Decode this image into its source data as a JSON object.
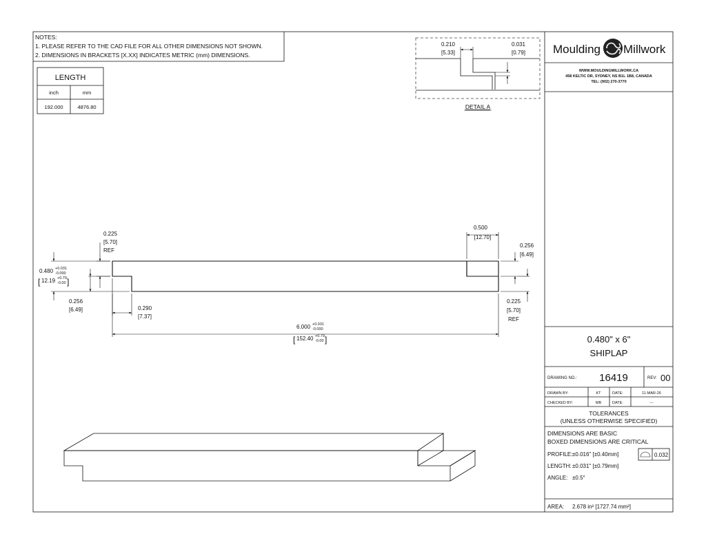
{
  "notes": {
    "title": "NOTES:",
    "items": [
      "1.  PLEASE REFER TO THE CAD FILE FOR ALL OTHER DIMENSIONS NOT SHOWN.",
      "2.  DIMENSIONS IN BRACKETS [X.XX] INDICATES METRIC (mm) DIMENSIONS."
    ]
  },
  "length_table": {
    "title": "LENGTH",
    "headers": [
      "inch",
      "mm"
    ],
    "values": [
      "192.000",
      "4876.80"
    ]
  },
  "detail_a": {
    "label": "DETAIL A",
    "dim_left": {
      "in": "0.210",
      "mm": "[5.33]"
    },
    "dim_right": {
      "in": "0.031",
      "mm": "[0.79]"
    }
  },
  "dimensions": {
    "left_top": {
      "in": "0.225",
      "mm": "[5.70]",
      "note": "REF"
    },
    "right_top_width": {
      "in": "0.500",
      "mm": "[12.70]"
    },
    "right_top_depth": {
      "in": "0.256",
      "mm": "[6.49]"
    },
    "thickness": {
      "in": "0.480",
      "plus": "+0.031",
      "minus": "-0.000",
      "mm": "12.19",
      "mm_plus": "+0.79",
      "mm_minus": "-0.00"
    },
    "left_bottom_depth": {
      "in": "0.256",
      "mm": "[6.49]"
    },
    "left_bottom_width": {
      "in": "0.290",
      "mm": "[7.37]"
    },
    "right_bottom": {
      "in": "0.225",
      "mm": "[5.70]",
      "note": "REF"
    },
    "overall_width": {
      "in": "6.000",
      "plus": "+0.031",
      "minus": "-0.000",
      "mm": "152.40",
      "mm_plus": "+0.79",
      "mm_minus": "-0.00"
    }
  },
  "title_block": {
    "company_part1": "Moulding",
    "company_part2": "Millwork",
    "website": "WWW.MOULDINGMILLWORK.CA",
    "address": "458 KELTIC DR, SYDNEY, NS B1L 1B8, CANADA",
    "phone": "TEL: (902) 270-3770",
    "product_line1": "0.480\" x 6\"",
    "product_line2": "SHIPLAP",
    "drawing_no_label": "DRAWING NO.:",
    "drawing_no": "16419",
    "rev_label": "REV:",
    "rev": "00",
    "drawn_by_label": "DRAWN BY:",
    "drawn_by": "KT",
    "date_label": "DATE:",
    "date": "11-MAR-26",
    "checked_by_label": "CHECKED BY:",
    "checked_by": "MB",
    "checked_date": "---",
    "tolerances_line1": "TOLERANCES",
    "tolerances_line2": "(UNLESS OTHERWISE SPECIFIED)",
    "dims_basic": "DIMENSIONS ARE BASIC",
    "boxed_critical": "BOXED DIMENSIONS ARE CRITICAL",
    "profile_label": "PROFILE:",
    "profile_value": "±0.016\"  [±0.40mm]",
    "profile_tol": "0.032",
    "length_label": "LENGTH:",
    "length_value": "±0.031\"  [±0.79mm]",
    "angle_label": "ANGLE:",
    "angle_value": "±0.5°",
    "area_label": "AREA:",
    "area_value": "2.678 in² [1727.74 mm²]"
  }
}
